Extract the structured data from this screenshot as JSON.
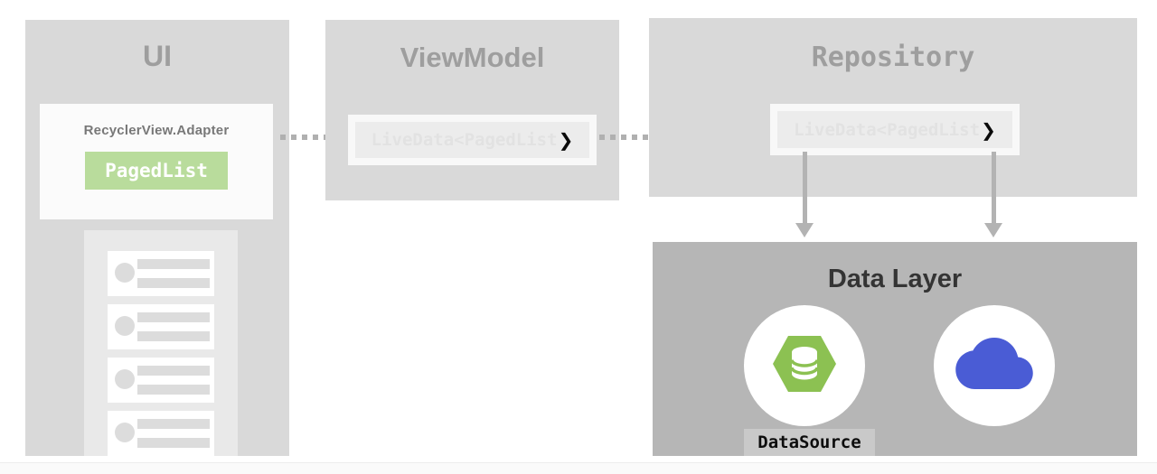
{
  "panels": {
    "ui": {
      "title": "UI",
      "adapter_label": "RecyclerView.Adapter",
      "paged_list_label": "PagedList",
      "list_item_count": 4
    },
    "viewmodel": {
      "title": "ViewModel",
      "livedata_label": "LiveData<PagedList",
      "livedata_chevron": "❯"
    },
    "repository": {
      "title": "Repository",
      "livedata_label": "LiveData<PagedList",
      "livedata_chevron": "❯"
    },
    "data_layer": {
      "title": "Data Layer",
      "datasource_label": "DataSource",
      "left_icon": "database-hexagon-icon",
      "right_icon": "cloud-icon"
    }
  },
  "arrows": {
    "ui_to_viewmodel": "dotted-right-arrow",
    "viewmodel_to_repository": "dotted-right-arrow",
    "repository_to_datasource": "solid-down-arrow",
    "repository_to_cloud": "solid-down-arrow"
  },
  "colors": {
    "panel_gray": "#d9d9d9",
    "data_layer_gray": "#b6b6b6",
    "title_gray": "#9e9e9e",
    "data_layer_title": "#343434",
    "pagedlist_chip_green": "#b9dc9c",
    "hexagon_green": "#8cc152",
    "cloud_blue": "#4a5cd5",
    "arrow_gray": "#b0b0b0",
    "livedata_text": "#e2e2e2",
    "datasource_label_bg": "#c9c9c9"
  }
}
